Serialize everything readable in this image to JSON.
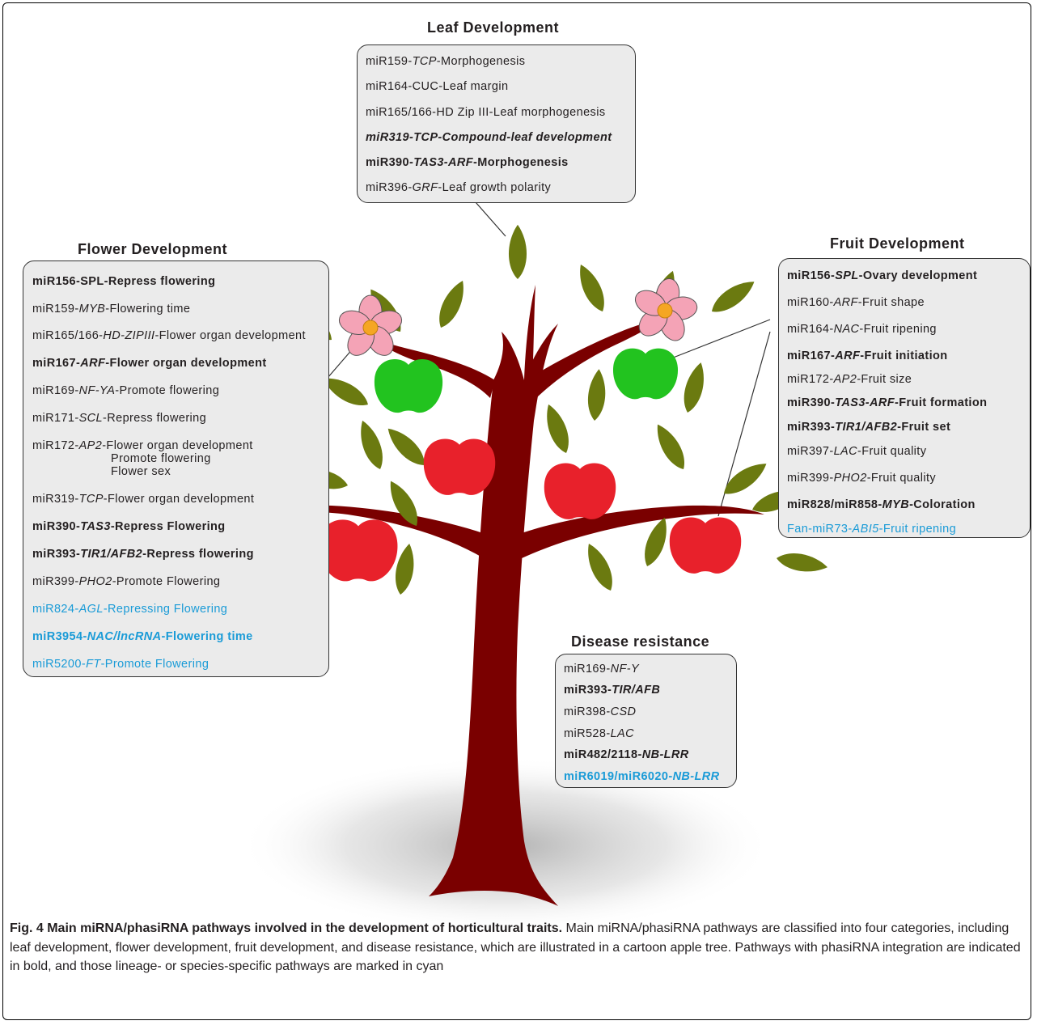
{
  "leaf": {
    "title": "Leaf Development",
    "items": [
      {
        "segs": [
          {
            "t": "miR159-"
          },
          {
            "t": "TCP",
            "i": true
          },
          {
            "t": "-Morphogenesis"
          }
        ]
      },
      {
        "segs": [
          {
            "t": "miR164-CUC-Leaf margin"
          }
        ]
      },
      {
        "segs": [
          {
            "t": "miR165/166-HD Zip III-Leaf morphogenesis"
          }
        ]
      },
      {
        "bold": true,
        "segs": [
          {
            "t": "miR319-TCP-Compound-leaf development",
            "i": true
          }
        ]
      },
      {
        "bold": true,
        "segs": [
          {
            "t": "miR390-"
          },
          {
            "t": "TAS3-ARF",
            "i": true
          },
          {
            "t": "-Morphogenesis"
          }
        ]
      },
      {
        "segs": [
          {
            "t": "miR396-"
          },
          {
            "t": "GRF",
            "i": true
          },
          {
            "t": "-Leaf growth polarity"
          }
        ]
      }
    ]
  },
  "flower": {
    "title": "Flower  Development",
    "items": [
      {
        "bold": true,
        "segs": [
          {
            "t": "miR156-SPL-Repress flowering"
          }
        ]
      },
      {
        "segs": [
          {
            "t": "miR159-"
          },
          {
            "t": "MYB",
            "i": true
          },
          {
            "t": "-Flowering time"
          }
        ]
      },
      {
        "segs": [
          {
            "t": "miR165/166-"
          },
          {
            "t": "HD-ZIPIII",
            "i": true
          },
          {
            "t": "-Flower organ development"
          }
        ]
      },
      {
        "bold": true,
        "segs": [
          {
            "t": "miR167-"
          },
          {
            "t": "ARF",
            "i": true
          },
          {
            "t": "-Flower organ development"
          }
        ]
      },
      {
        "segs": [
          {
            "t": "miR169-"
          },
          {
            "t": "NF-YA",
            "i": true
          },
          {
            "t": "-Promote flowering"
          }
        ]
      },
      {
        "segs": [
          {
            "t": "miR171-"
          },
          {
            "t": "SCL",
            "i": true
          },
          {
            "t": "-Repress flowering"
          }
        ]
      },
      {
        "segs": [
          {
            "t": "miR172-"
          },
          {
            "t": "AP2",
            "i": true
          },
          {
            "t": "-Flower organ development"
          }
        ],
        "sub": [
          "Promote flowering",
          "Flower sex"
        ]
      },
      {
        "segs": [
          {
            "t": "miR319-"
          },
          {
            "t": "TCP",
            "i": true
          },
          {
            "t": "-Flower organ development"
          }
        ]
      },
      {
        "bold": true,
        "segs": [
          {
            "t": "miR390-"
          },
          {
            "t": "TAS3",
            "i": true
          },
          {
            "t": "-Repress Flowering"
          }
        ]
      },
      {
        "bold": true,
        "segs": [
          {
            "t": "miR393-"
          },
          {
            "t": "TIR1/AFB2",
            "i": true
          },
          {
            "t": "-Repress flowering"
          }
        ]
      },
      {
        "segs": [
          {
            "t": "miR399-"
          },
          {
            "t": "PHO2",
            "i": true
          },
          {
            "t": "-Promote Flowering"
          }
        ]
      },
      {
        "cyan": true,
        "segs": [
          {
            "t": "miR824-"
          },
          {
            "t": "AGL",
            "i": true
          },
          {
            "t": "-Repressing Flowering"
          }
        ]
      },
      {
        "cyan": true,
        "bold": true,
        "segs": [
          {
            "t": "miR3954-"
          },
          {
            "t": "NAC/lncRNA",
            "i": true
          },
          {
            "t": "-Flowering time"
          }
        ]
      },
      {
        "cyan": true,
        "segs": [
          {
            "t": "miR5200-"
          },
          {
            "t": "FT",
            "i": true
          },
          {
            "t": "-Promote Flowering"
          }
        ]
      }
    ]
  },
  "fruit": {
    "title": "Fruit  Development",
    "items": [
      {
        "bold": true,
        "segs": [
          {
            "t": "miR156-"
          },
          {
            "t": "SPL",
            "i": true
          },
          {
            "t": "-Ovary development"
          }
        ]
      },
      {
        "segs": [
          {
            "t": "miR160-"
          },
          {
            "t": "ARF",
            "i": true
          },
          {
            "t": "-Fruit shape"
          }
        ]
      },
      {
        "segs": [
          {
            "t": "miR164-"
          },
          {
            "t": "NAC",
            "i": true
          },
          {
            "t": "-Fruit ripening"
          }
        ]
      },
      {
        "bold": true,
        "segs": [
          {
            "t": "miR167-"
          },
          {
            "t": "ARF",
            "i": true
          },
          {
            "t": "-Fruit initiation"
          }
        ]
      },
      {
        "segs": [
          {
            "t": "miR172-"
          },
          {
            "t": "AP2",
            "i": true
          },
          {
            "t": "-Fruit size"
          }
        ]
      },
      {
        "bold": true,
        "segs": [
          {
            "t": "miR390-"
          },
          {
            "t": "TAS3-ARF",
            "i": true
          },
          {
            "t": "-Fruit formation"
          }
        ]
      },
      {
        "bold": true,
        "segs": [
          {
            "t": "miR393-"
          },
          {
            "t": "TIR1/AFB2",
            "i": true
          },
          {
            "t": "-Fruit set"
          }
        ]
      },
      {
        "segs": [
          {
            "t": "miR397-"
          },
          {
            "t": "LAC",
            "i": true
          },
          {
            "t": "-Fruit quality"
          }
        ]
      },
      {
        "segs": [
          {
            "t": "miR399-"
          },
          {
            "t": "PHO2",
            "i": true
          },
          {
            "t": "-Fruit quality"
          }
        ]
      },
      {
        "bold": true,
        "segs": [
          {
            "t": "miR828/miR858-"
          },
          {
            "t": "MYB",
            "i": true
          },
          {
            "t": "-Coloration"
          }
        ]
      },
      {
        "cyan": true,
        "segs": [
          {
            "t": "Fan-miR73-"
          },
          {
            "t": "ABI5",
            "i": true
          },
          {
            "t": "-Fruit ripening"
          }
        ]
      }
    ]
  },
  "disease": {
    "title": "Disease resistance",
    "items": [
      {
        "segs": [
          {
            "t": "miR169-"
          },
          {
            "t": "NF-Y",
            "i": true
          }
        ]
      },
      {
        "bold": true,
        "segs": [
          {
            "t": "miR393-"
          },
          {
            "t": "TIR/AFB",
            "i": true
          }
        ]
      },
      {
        "segs": [
          {
            "t": "miR398-"
          },
          {
            "t": "CSD",
            "i": true
          }
        ]
      },
      {
        "segs": [
          {
            "t": "miR528-"
          },
          {
            "t": "LAC",
            "i": true
          }
        ]
      },
      {
        "bold": true,
        "segs": [
          {
            "t": "miR482/2118-"
          },
          {
            "t": "NB-LRR",
            "i": true
          }
        ]
      },
      {
        "cyan": true,
        "bold": true,
        "segs": [
          {
            "t": "miR6019/miR6020-"
          },
          {
            "t": "NB-LRR",
            "i": true
          }
        ]
      }
    ]
  },
  "caption": {
    "label": "Fig. 4 Main miRNA/phasiRNA pathways involved in the development of horticultural traits.",
    "text": " Main miRNA/phasiRNA pathways are classified into four categories, including leaf development, flower development, fruit development, and disease resistance, which are illustrated in a cartoon apple tree. Pathways with phasiRNA integration are indicated in bold, and those lineage- or species-specific pathways are marked in cyan"
  },
  "colors": {
    "trunk": "#7a0000",
    "leaf": "#6b7a10",
    "apple_red": "#e8212b",
    "apple_green": "#22c31f",
    "petal": "#f4a3b6",
    "flower_center": "#f5a623",
    "panel_bg": "#ebebeb",
    "cyan_text": "#1a9bd7"
  }
}
